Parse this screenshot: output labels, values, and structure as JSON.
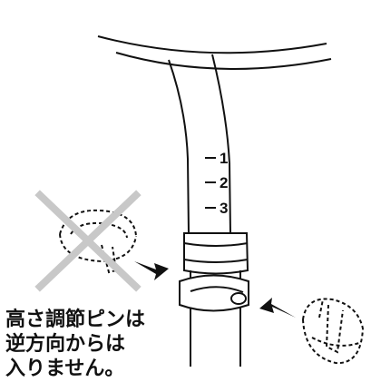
{
  "scale_marks": [
    "1",
    "2",
    "3"
  ],
  "caption_lines": [
    "高さ調節ピンは",
    "逆方向からは",
    "入りません。"
  ],
  "colors": {
    "line": "#111111",
    "cross": "#c8c8c8",
    "arrow": "#111111",
    "background": "#ffffff"
  },
  "icons": [
    "cross-mark-icon",
    "arrow-right-icon",
    "arrow-left-icon"
  ]
}
